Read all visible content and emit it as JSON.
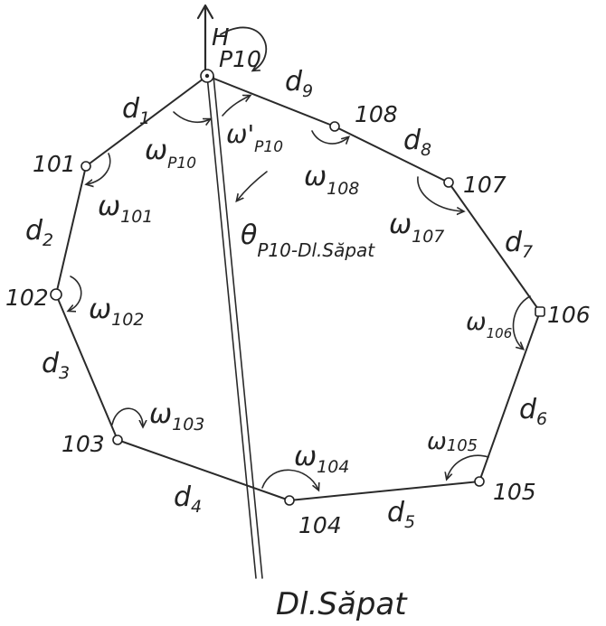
{
  "stations": {
    "p10": {
      "label": "P10"
    },
    "s101": {
      "label": "101"
    },
    "s102": {
      "label": "102"
    },
    "s103": {
      "label": "103"
    },
    "s104": {
      "label": "104"
    },
    "s105": {
      "label": "105"
    },
    "s106": {
      "label": "106"
    },
    "s107": {
      "label": "107"
    },
    "s108": {
      "label": "108"
    }
  },
  "north": {
    "label": "H"
  },
  "distances": {
    "d1": "d",
    "d1sub": "1",
    "d2": "d",
    "d2sub": "2",
    "d3": "d",
    "d3sub": "3",
    "d4": "d",
    "d4sub": "4",
    "d5": "d",
    "d5sub": "5",
    "d6": "d",
    "d6sub": "6",
    "d7": "d",
    "d7sub": "7",
    "d8": "d",
    "d8sub": "8",
    "d9": "d",
    "d9sub": "9"
  },
  "angles": {
    "w_p10": "ω",
    "w_p10_sub": "P10",
    "w_p10_prime": "ω'",
    "w_p10_prime_sub": "P10",
    "w101": "ω",
    "w101_sub": "101",
    "w102": "ω",
    "w102_sub": "102",
    "w103": "ω",
    "w103_sub": "103",
    "w104": "ω",
    "w104_sub": "104",
    "w105": "ω",
    "w105_sub": "105",
    "w106": "ω",
    "w106_sub": "106",
    "w107": "ω",
    "w107_sub": "107",
    "w108": "ω",
    "w108_sub": "108"
  },
  "orientation": {
    "theta": "θ",
    "theta_sub": "P10-Dl.Săpat"
  },
  "reference_line": {
    "label": "Dl.Săpat"
  }
}
